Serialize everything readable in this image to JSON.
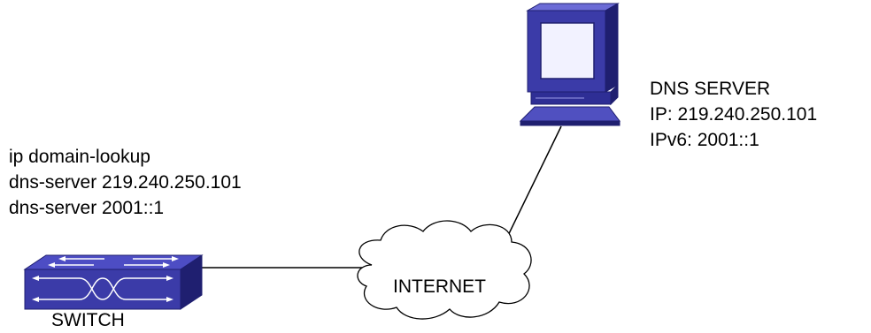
{
  "switch_config": {
    "lines": [
      "ip domain-lookup",
      "dns-server 219.240.250.101",
      "dns-server 2001::1"
    ]
  },
  "dns_server": {
    "name": "DNS SERVER",
    "ip": "IP: 219.240.250.101",
    "ipv6": "IPv6: 2001::1"
  },
  "switch": {
    "label": "SWITCH"
  },
  "internet": {
    "label": "INTERNET"
  },
  "colors": {
    "device_blue": "#3b3ba8",
    "device_dark": "#1f1f70",
    "device_light": "#6b6bd6",
    "screen": "#f2f2ff",
    "line": "#000000"
  }
}
